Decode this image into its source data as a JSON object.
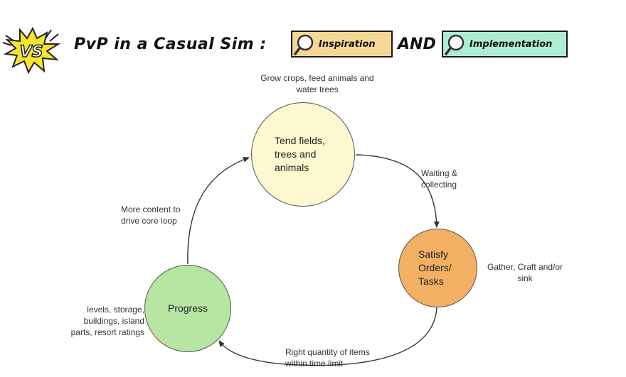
{
  "header": {
    "badge_text": "VS",
    "title": "PvP in a Casual Sim :",
    "tag_inspiration": "Inspiration",
    "connector": "AND",
    "tag_implementation": "Implementation"
  },
  "diagram": {
    "nodes": {
      "tend": "Tend fields,\ntrees and\nanimals",
      "satisfy": "Satisfy\nOrders/\nTasks",
      "progress": "Progress"
    },
    "annotations": {
      "grow": "Grow crops, feed animals and\nwater trees",
      "waiting": "Waiting &\ncollecting",
      "gather": "Gather, Craft and/or\nsink",
      "more_content": "More content to\ndrive core loop",
      "levels": "levels, storage,\nbuildings, island\nparts, resort ratings",
      "right_quantity": "Right quantity of items\nwithin time limit"
    }
  },
  "colors": {
    "tend_fill": "#fdf8cf",
    "satisfy_fill": "#f3b062",
    "progress_fill": "#b6e6a2",
    "inspiration_tag": "#f7d795",
    "implementation_tag": "#aeecd3",
    "vs_burst": "#f5e62c"
  }
}
